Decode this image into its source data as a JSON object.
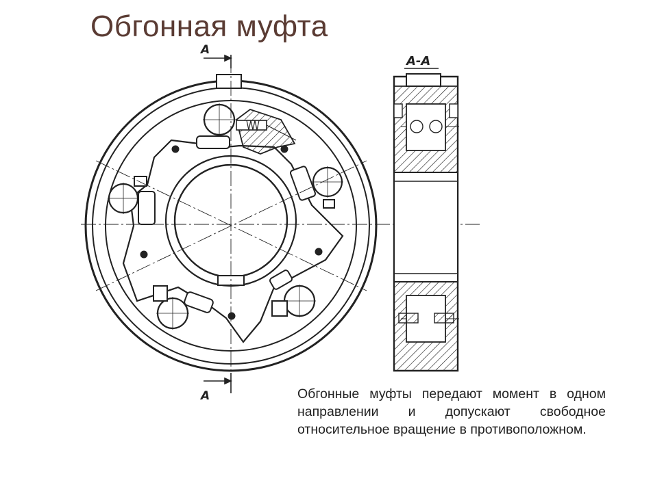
{
  "slide": {
    "title": "Обгонная муфта",
    "caption": "Обгонные муфты передают момент в одном направлении и допускают свободное относительное вращение в противоположном."
  },
  "drawing": {
    "section_label_top": "А",
    "section_label_bottom": "А",
    "section_view_label": "А-А",
    "line_color": "#222222"
  }
}
